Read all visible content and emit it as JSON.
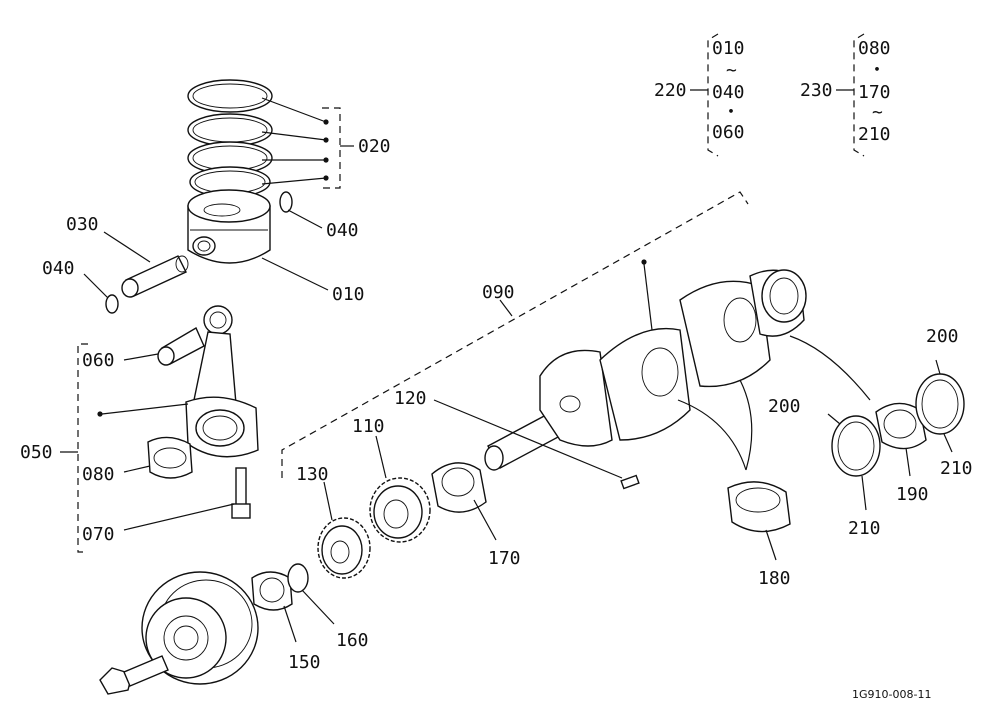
{
  "labels": {
    "p010": "010",
    "p020": "020",
    "p030": "030",
    "p040a": "040",
    "p040b": "040",
    "p050": "050",
    "p060": "060",
    "p070": "070",
    "p080": "080",
    "p090": "090",
    "p110": "110",
    "p120": "120",
    "p130": "130",
    "p150": "150",
    "p160": "160",
    "p170": "170",
    "p180": "180",
    "p190": "190",
    "p200a": "200",
    "p200b": "200",
    "p210a": "210",
    "p210b": "210"
  },
  "sets": {
    "set220": {
      "id": "220",
      "members": [
        "010",
        "040",
        "060"
      ],
      "separators": [
        "~",
        "・"
      ]
    },
    "set230": {
      "id": "230",
      "members": [
        "080",
        "170",
        "210"
      ],
      "separators": [
        "・",
        "~"
      ]
    }
  },
  "reference": "1G910-008-11"
}
